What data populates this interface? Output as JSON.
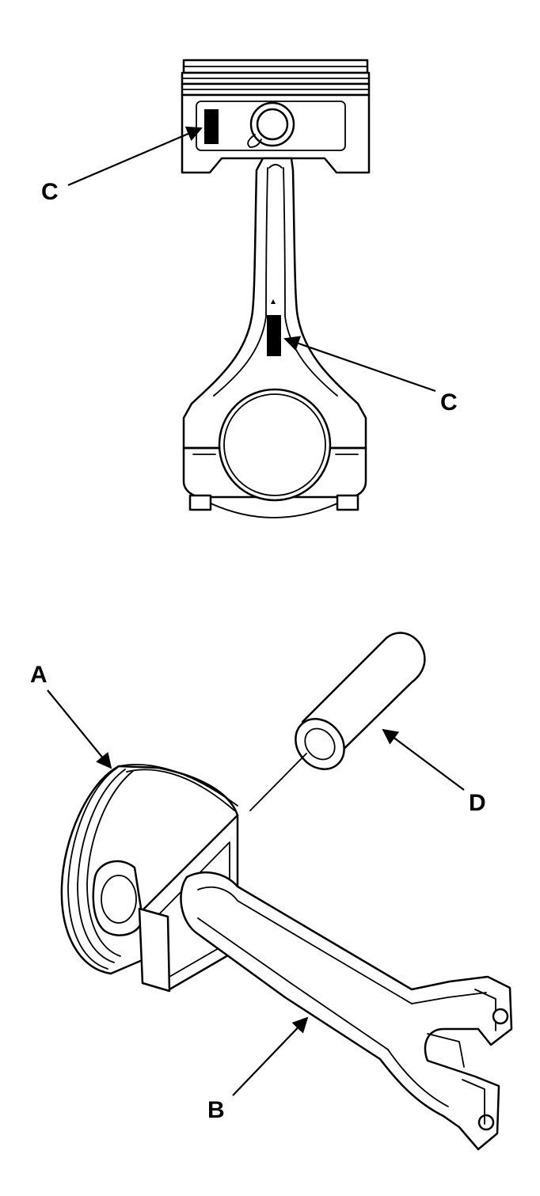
{
  "labels": {
    "c_top": "C",
    "c_rod": "C",
    "a": "A",
    "b": "B",
    "d": "D"
  },
  "colors": {
    "ink": "#000000",
    "paper": "#ffffff"
  }
}
